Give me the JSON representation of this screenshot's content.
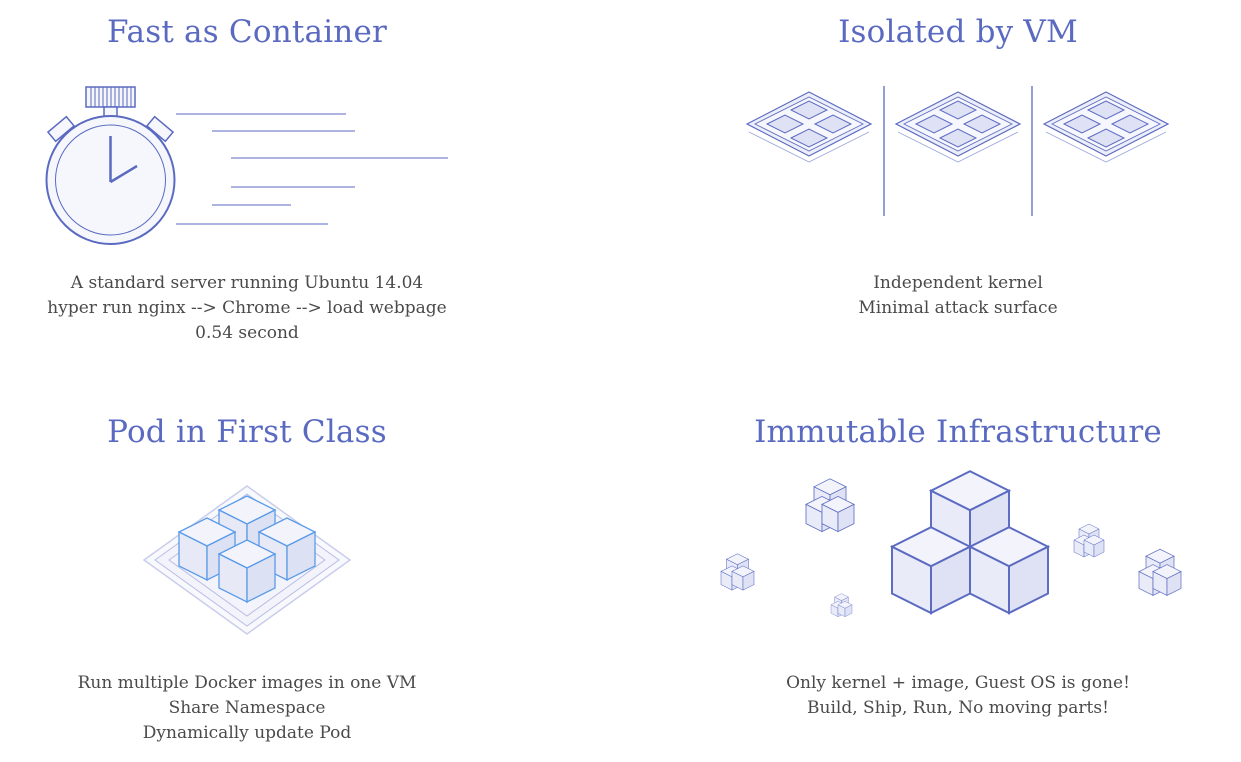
{
  "features": [
    {
      "title": "Fast as Container",
      "icon": "stopwatch-icon",
      "lines": [
        "A standard server running Ubuntu 14.04",
        "hyper run nginx --> Chrome --> load webpage",
        "0.54 second"
      ]
    },
    {
      "title": "Isolated by VM",
      "icon": "isolated-vm-icon",
      "lines": [
        "Independent kernel",
        "Minimal attack surface"
      ]
    },
    {
      "title": "Pod in First Class",
      "icon": "pod-cubes-icon",
      "lines": [
        "Run multiple Docker images in one VM",
        "Share Namespace",
        "Dynamically update Pod"
      ]
    },
    {
      "title": "Immutable Infrastructure",
      "icon": "immutable-cubes-icon",
      "lines": [
        "Only kernel + image, Guest OS is gone!",
        "Build, Ship, Run, No moving parts!"
      ]
    }
  ],
  "colors": {
    "accent": "#5b6ac1",
    "text": "#4a4a4a",
    "background": "#ffffff"
  }
}
